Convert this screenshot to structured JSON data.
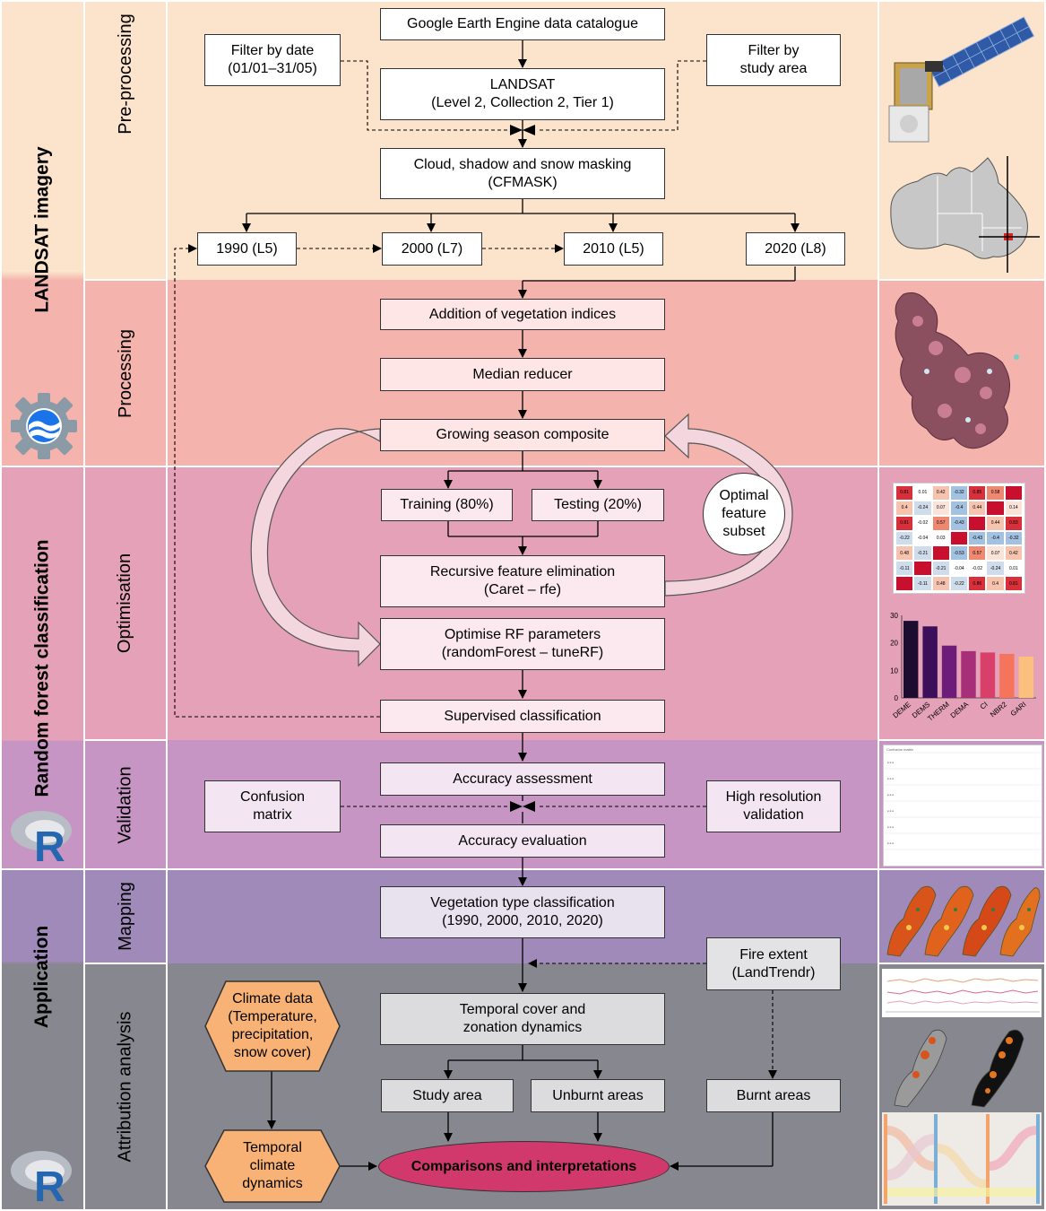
{
  "groups": {
    "landsat": "LANDSAT imagery",
    "rf": "Random forest classification",
    "application": "Application"
  },
  "stages": {
    "preprocessing": "Pre-processing",
    "processing": "Processing",
    "optimisation": "Optimisation",
    "validation": "Validation",
    "mapping": "Mapping",
    "attribution": "Attribution analysis"
  },
  "boxes": {
    "gee": "Google Earth Engine data catalogue",
    "filter_date": "Filter by date\n(01/01–31/05)",
    "filter_area": "Filter by\nstudy area",
    "landsat": "LANDSAT\n(Level 2, Collection 2, Tier 1)",
    "cloud": "Cloud, shadow and snow masking\n(CFMASK)",
    "y1990": "1990 (L5)",
    "y2000": "2000 (L7)",
    "y2010": "2010 (L5)",
    "y2020": "2020 (L8)",
    "veg_indices": "Addition of vegetation indices",
    "median": "Median reducer",
    "growing": "Growing season composite",
    "training": "Training (80%)",
    "testing": "Testing (20%)",
    "optimal": "Optimal\nfeature\nsubset",
    "rfe": "Recursive feature elimination\n(Caret – rfe)",
    "optimise_rf": "Optimise RF parameters\n(randomForest – tuneRF)",
    "supervised": "Supervised classification",
    "acc_assess": "Accuracy assessment",
    "confusion": "Confusion\nmatrix",
    "high_res": "High resolution\nvalidation",
    "acc_eval": "Accuracy evaluation",
    "vegtype": "Vegetation type classification\n(1990, 2000, 2010, 2020)",
    "fire": "Fire extent\n(LandTrendr)",
    "climate": "Climate data\n(Temperature,\nprecipitation,\nsnow cover)",
    "temporal_cover": "Temporal cover and\nzonation dynamics",
    "study_area": "Study area",
    "unburnt": "Unburnt areas",
    "burnt": "Burnt areas",
    "temporal_climate": "Temporal\nclimate\ndynamics",
    "comparisons": "Comparisons and interpretations"
  },
  "colors": {
    "preprocessing_bg": "#fce4cc",
    "processing_bg": "#f4b3ac",
    "optimisation_bg": "#e4a1b7",
    "validation_bg": "#c795c4",
    "mapping_bg": "#9f8ab9",
    "attribution_bg": "#87878f",
    "box_fill": "#ffffff",
    "comparisons_fill": "#d1386b",
    "hexagon_fill": "#f9b275"
  },
  "matrix_thumb": {
    "rows": [
      [
        "0.81",
        "0.01",
        "0.42",
        "-0.32",
        "0.85",
        "0.58",
        ""
      ],
      [
        "0.4",
        "-0.24",
        "0.07",
        "-0.4",
        "0.44",
        "",
        "0.14"
      ],
      [
        "0.81",
        "-0.02",
        "0.57",
        "-0.43",
        "",
        "0.44",
        "0.83"
      ],
      [
        "-0.22",
        "-0.04",
        "0.03",
        "",
        "-0.43",
        "-0.4",
        "-0.32"
      ],
      [
        "0.48",
        "-0.21",
        "",
        "-0.53",
        "0.57",
        "0.07",
        "0.42"
      ],
      [
        "-0.11",
        "",
        "-0.21",
        "-0.04",
        "-0.02",
        "-0.24",
        "0.01"
      ],
      [
        "",
        "-0.11",
        "0.48",
        "-0.22",
        "0.86",
        "0.4",
        "0.81"
      ]
    ]
  },
  "chart_data": {
    "type": "bar",
    "categories": [
      "DEME",
      "DEMS",
      "THERM",
      "DEMA",
      "CI",
      "NBR2",
      "GARI"
    ],
    "values": [
      28,
      26,
      19,
      17,
      16.5,
      16,
      15
    ],
    "colors": [
      "#1b0c30",
      "#3b0f5a",
      "#6d1c7a",
      "#a72f7a",
      "#d84069",
      "#f4755c",
      "#fbbf7e"
    ],
    "yticks": [
      "0",
      "10",
      "20",
      "30"
    ],
    "ylim": [
      0,
      30
    ]
  },
  "thumb_titles": {
    "confusion_title": "Confusion matrix"
  }
}
